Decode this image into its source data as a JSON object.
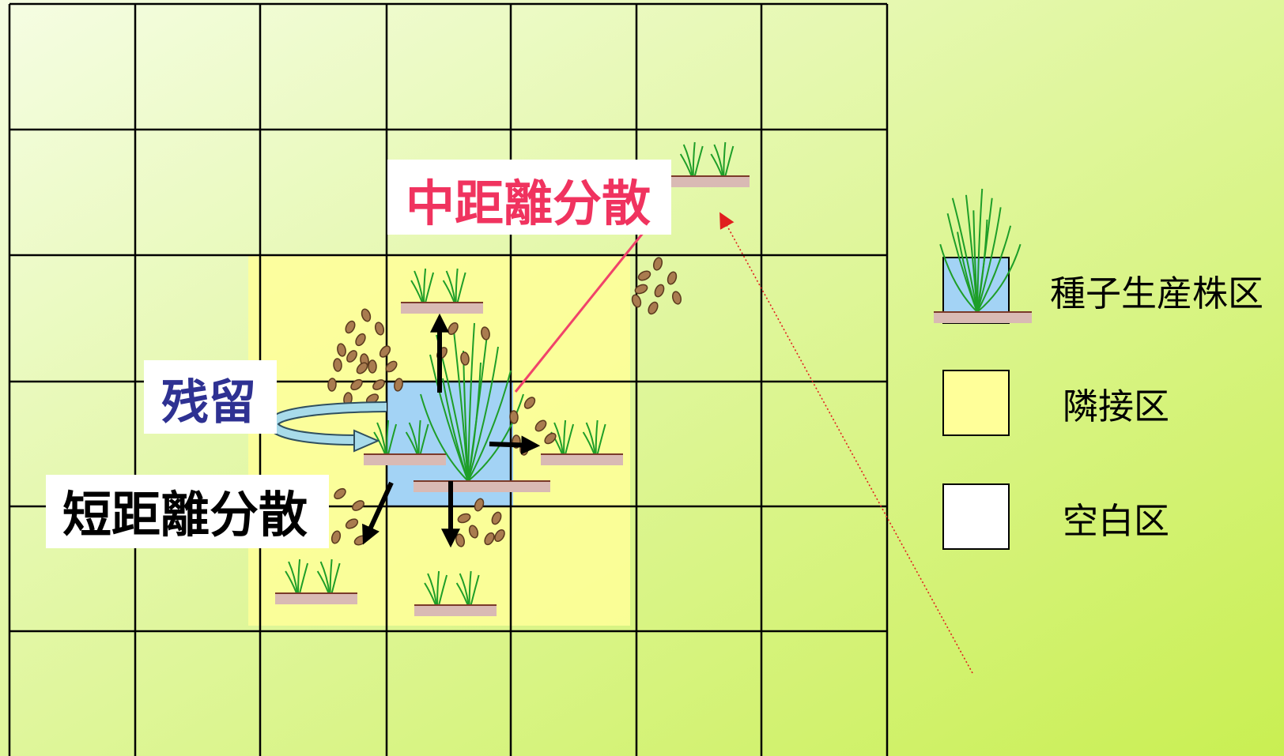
{
  "labels": {
    "medium_distance_dispersal": "中距離分散",
    "residual": "残留",
    "short_distance_dispersal": "短距離分散"
  },
  "legend": {
    "items": [
      {
        "label": "種子生産株区",
        "icon": "blue-square-with-plant-icon"
      },
      {
        "label": "隣接区",
        "icon": "yellow-square-icon"
      },
      {
        "label": "空白区",
        "icon": "white-square-icon"
      }
    ]
  },
  "colors": {
    "background_start": "#f5fde3",
    "background_end": "#c9ef52",
    "seed_plot": "#a3d3f5",
    "adjacent_zone": "#ffff99",
    "empty_zone": "#ffffff",
    "medium_dispersal": "#f0335f",
    "residual": "#2e3192",
    "short_dispersal": "#000000",
    "grass": "#1e9e28",
    "soil_bar": "#d9bab4",
    "seed": "#a97b4f",
    "seed_outline": "#5b3a1e",
    "pointer_line": "#e01e1e"
  }
}
